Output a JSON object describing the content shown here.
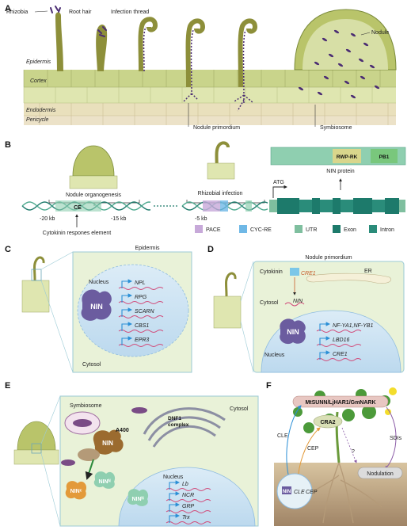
{
  "panel_a": {
    "letter": "A",
    "labels": {
      "rhizobia": "Rhizobia",
      "root_hair": "Root hair",
      "infection_thread": "Infection thread",
      "nodule": "Nodule",
      "epidermis": "Epidermis",
      "cortex": "Cortex",
      "endodermis": "Endodermis",
      "pericycle": "Pericycle",
      "nodule_primordium": "Nodule primordium",
      "symbiosome": "Symbiosome"
    }
  },
  "panel_b": {
    "letter": "B",
    "nodule_organogenesis": "Nodule organogenesis",
    "rhizobial_infection": "Rhizobial infection",
    "ce": "CE",
    "pos_20": "-20 kb",
    "pos_15": "-15 kb",
    "pos_5": "-5 kb",
    "atg": "ATG",
    "cytokinin_element": "Cytokinin respones element",
    "protein_label": "NIN protein",
    "domain_rwp": "RWP-RK",
    "domain_pb1": "PB1",
    "legend": [
      {
        "label": "PACE",
        "color": "#c7a9d9"
      },
      {
        "label": "CYC-RE",
        "color": "#6fb8e6"
      },
      {
        "label": "UTR",
        "color": "#7fbf9f"
      },
      {
        "label": "Exon",
        "color": "#1d7a6b"
      },
      {
        "label": "Intron",
        "color": "#2a8c7a"
      }
    ]
  },
  "panel_c": {
    "letter": "C",
    "title": "Epidermis",
    "nucleus": "Nucleus",
    "cytosol": "Cytosol",
    "nin": "NIN",
    "genes": [
      "NPL",
      "RPG",
      "SCARN",
      "CBS1",
      "EPR3"
    ]
  },
  "panel_d": {
    "letter": "D",
    "title": "Nodule primordium",
    "cytokinin": "Cytokinin",
    "cre1_receptor": "CRE1",
    "er": "ER",
    "cytosol": "Cytosol",
    "nin_gene": "NIN",
    "nucleus": "Nucleus",
    "nin": "NIN",
    "genes": [
      "NF-YA1,NF-YB1",
      "LBD16",
      "CRE1"
    ]
  },
  "panel_e": {
    "letter": "E",
    "symbiosome": "Symbiosome",
    "cytosol": "Cytosol",
    "a400": "A400",
    "nin": "NIN",
    "dnf1": "DNF1",
    "complex": "complex",
    "nin_c": "NINᶜ",
    "nin_n": "NINᴺ",
    "nin_n2": "NINᴺ",
    "nucleus": "Nucleus",
    "genes": [
      "Lb",
      "NCR",
      "GRP",
      "Trx"
    ]
  },
  "panel_f": {
    "letter": "F",
    "receptor_box": "MtSUNN/LjHAR1/GmNARK",
    "cra2": "CRA2",
    "cle": "CLE",
    "cep": "CEP",
    "sdis": "SDIs",
    "question": "?",
    "nodulation": "Nodulation",
    "nin": "NIN",
    "cle_gene": "CLE",
    "cep_gene": "CEP"
  }
}
